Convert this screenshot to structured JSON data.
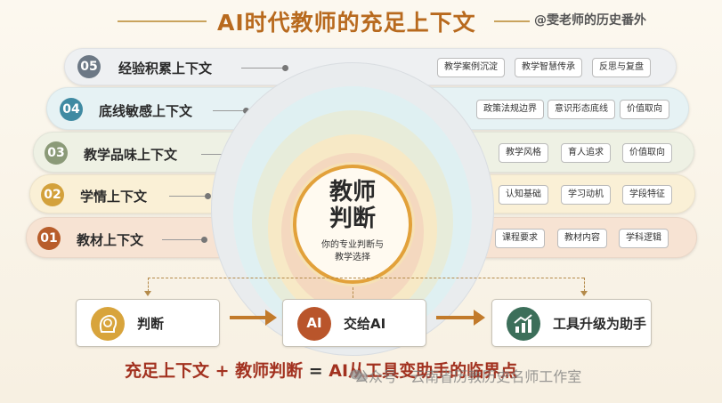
{
  "header": {
    "title_prefix": "AI",
    "title_rest": "时代教师的充足上下文",
    "author_watermark": "@雯老师的历史番外"
  },
  "bands": [
    {
      "num": "05",
      "label": "经验积累上下文",
      "color": "#6c7885",
      "bg": "#eef0f2",
      "tags": [
        "教学案例沉淀",
        "教学智慧传承",
        "反思与复盘"
      ]
    },
    {
      "num": "04",
      "label": "底线敏感上下文",
      "color": "#3f8aa2",
      "bg": "#e6f2f4",
      "tags": [
        "政策法规边界",
        "意识形态底线",
        "价值取向"
      ]
    },
    {
      "num": "03",
      "label": "教学品味上下文",
      "color": "#8b9a78",
      "bg": "#eef1e4",
      "tags": [
        "教学风格",
        "育人追求",
        "价值取向"
      ]
    },
    {
      "num": "02",
      "label": "学情上下文",
      "color": "#d3a13b",
      "bg": "#faf0d6",
      "tags": [
        "认知基础",
        "学习动机",
        "学段特征"
      ]
    },
    {
      "num": "01",
      "label": "教材上下文",
      "color": "#b85d2b",
      "bg": "#f7e3d3",
      "tags": [
        "课程要求",
        "教材内容",
        "学科逻辑"
      ]
    }
  ],
  "core": {
    "title_line1": "教师",
    "title_line2": "判断",
    "sub_line1": "你的专业判断与",
    "sub_line2": "教学选择"
  },
  "flow": [
    {
      "label": "判断",
      "icon": "head-bulb-icon",
      "color": "#d8a43c"
    },
    {
      "label": "交给AI",
      "icon": "ai-badge-icon",
      "icon_text": "AI",
      "color": "#b9552b"
    },
    {
      "label": "工具升级为助手",
      "icon": "growth-chart-icon",
      "color": "#3c6f5a"
    }
  ],
  "slogan": {
    "part1": "充足上下文 + 教师判断 ",
    "eq": "=",
    "part2": " AI从工具变助手的临界点"
  },
  "bottom_watermark": "公众号 · 云南省历教历史名师工作室"
}
